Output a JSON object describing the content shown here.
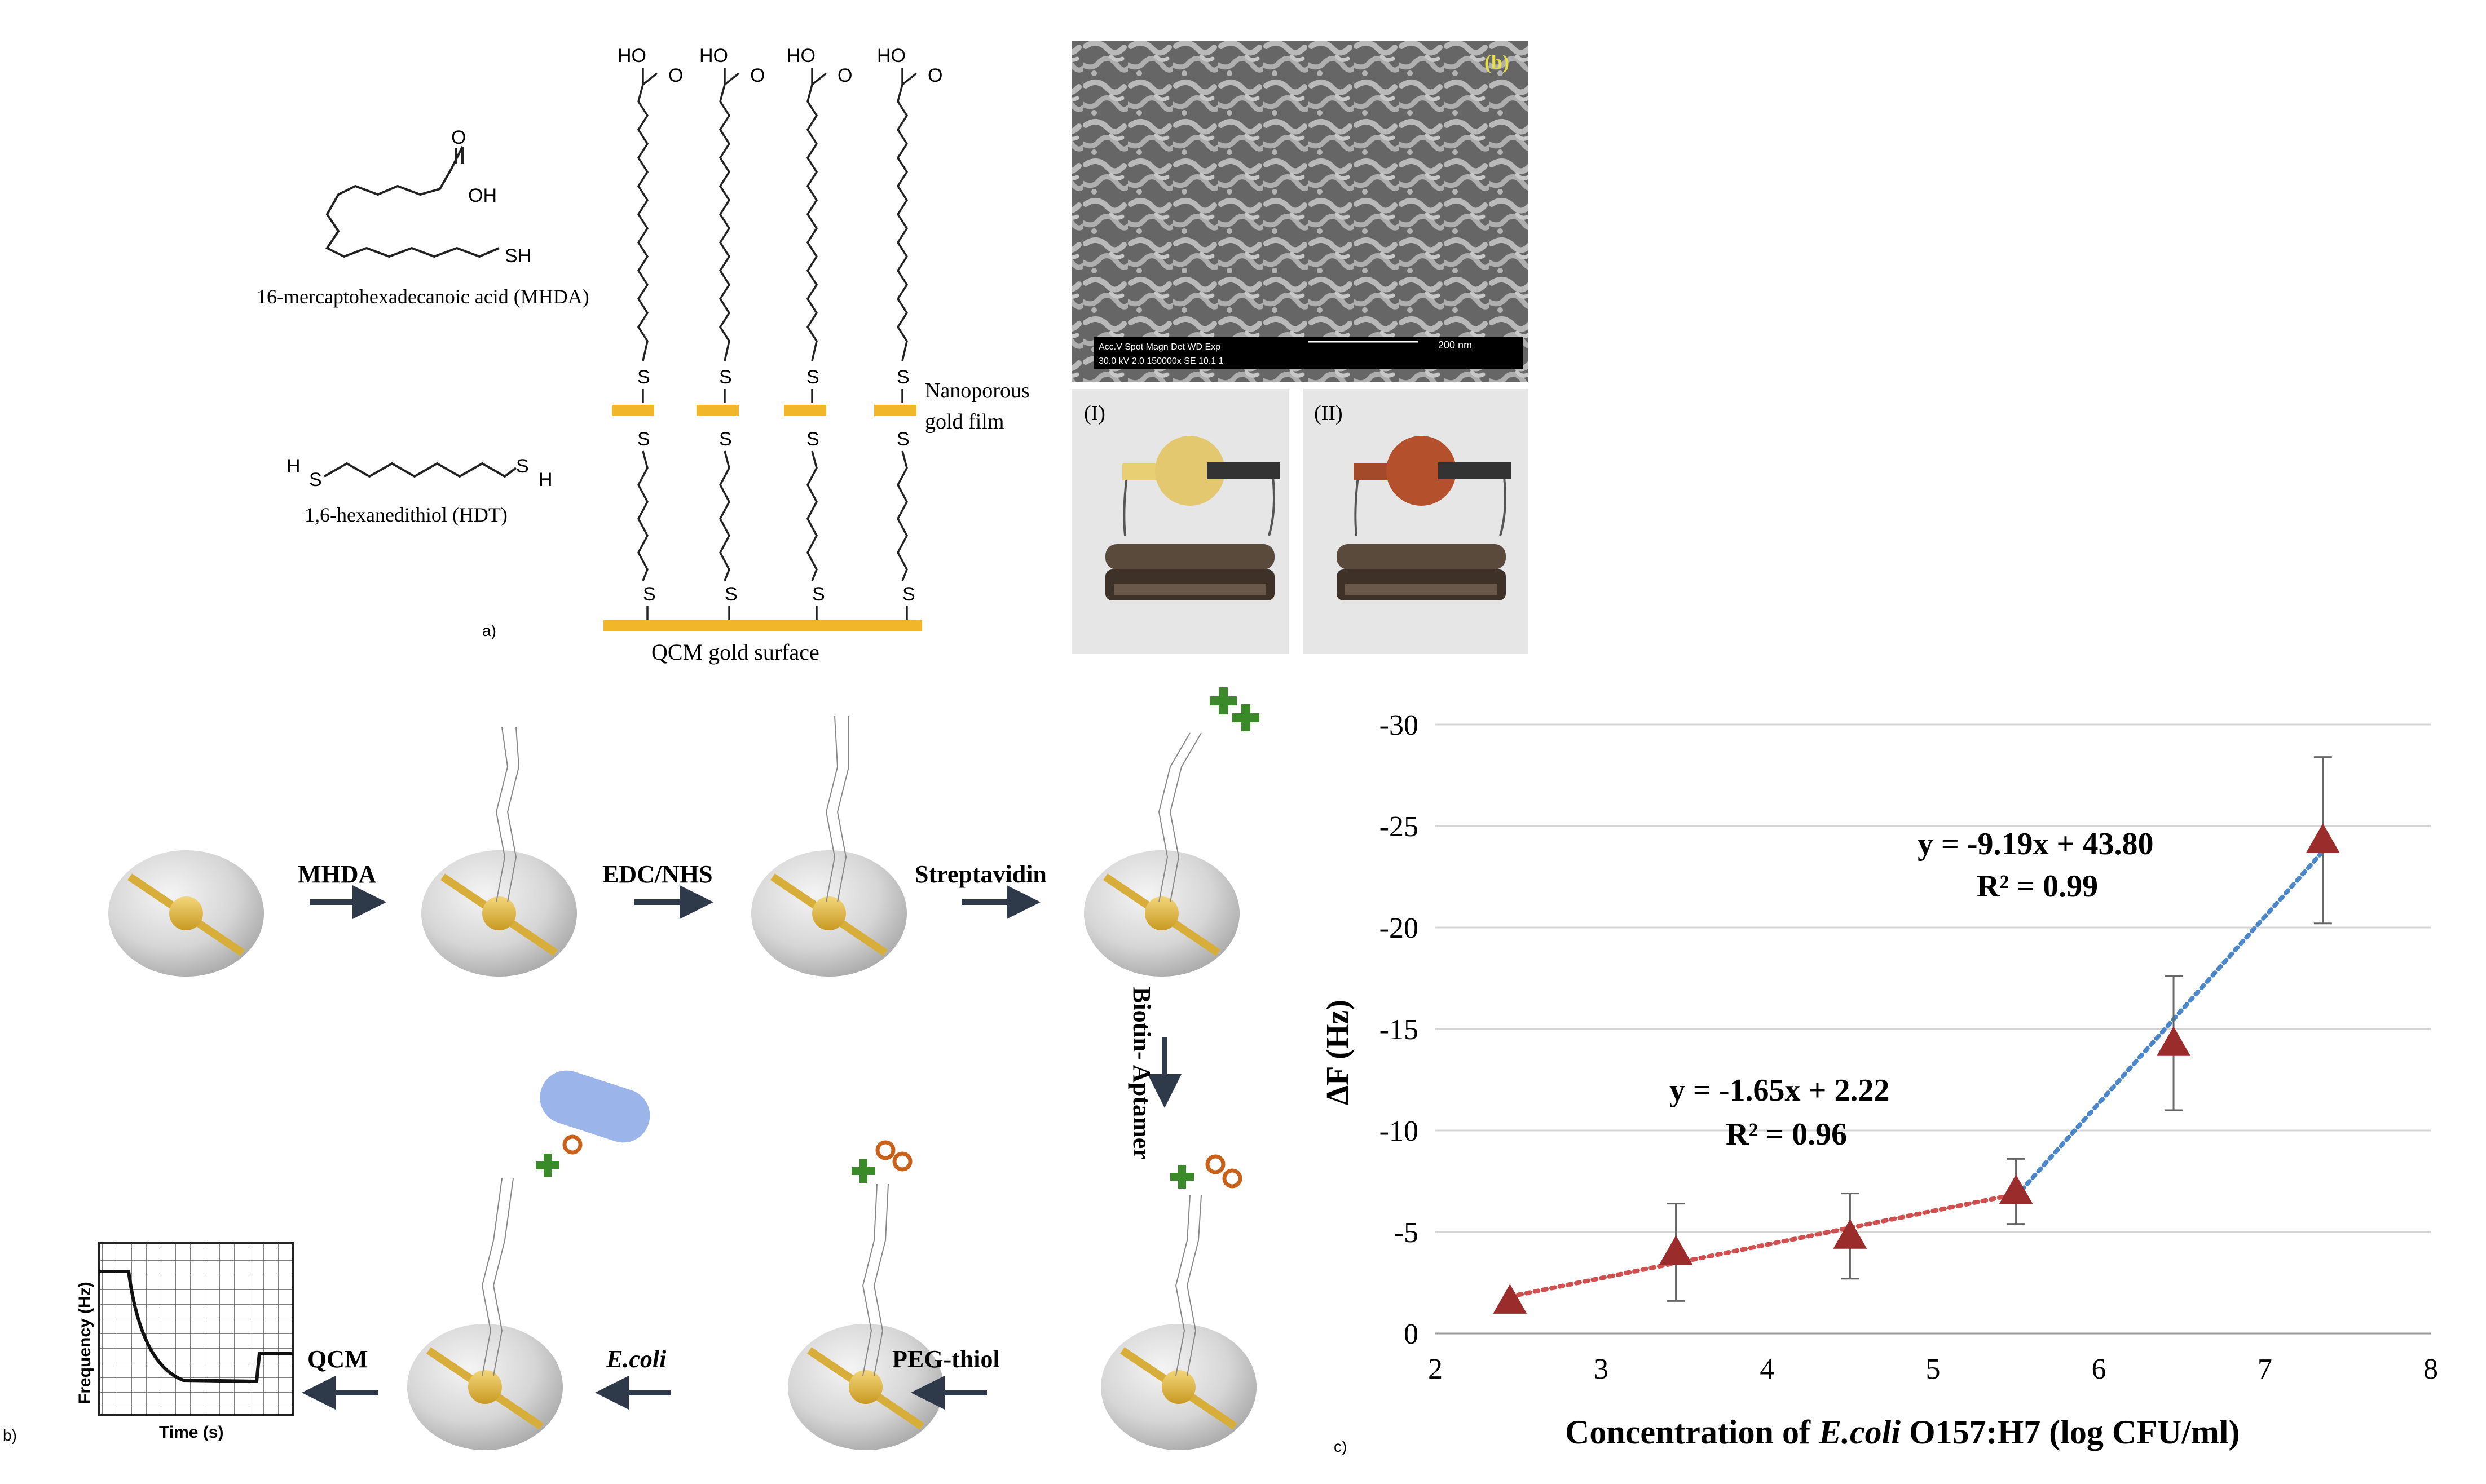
{
  "panel_a": {
    "mhda_label": "16-mercaptohexadecanoic acid (MHDA)",
    "hdt_label": "1,6-hexanedithiol (HDT)",
    "nanoporous_line1": "Nanoporous",
    "nanoporous_line2": "gold film",
    "qcm_surface": "QCM gold surface",
    "panel_tag": "a)",
    "atom_s": "S",
    "atom_h": "H",
    "atom_sh": "SH",
    "atom_oh": "OH",
    "atom_o": "O",
    "atom_ho": "HO",
    "sem_tag": "(b)",
    "sem_info_line1": "Acc.V   Spot Magn    Det   WD   Exp",
    "sem_info_line2": "30.0 kV  2.0   150000x  SE   10.1   1",
    "sem_scale": "200 nm",
    "photo1_label": "(I)",
    "photo2_label": "(II)"
  },
  "panel_b": {
    "panel_tag": "b)",
    "steps": [
      "MHDA",
      "EDC/NHS",
      "Streptavidin",
      "Biotin- Aptamer",
      "PEG-thiol",
      "E.coli",
      "QCM"
    ],
    "graph_ylabel": "Frequency (Hz)",
    "graph_xlabel": "Time (s)"
  },
  "panel_c": {
    "panel_tag": "c)",
    "ylabel": "ΔF (Hz)",
    "xlabel_pre": "Concentration of ",
    "xlabel_italic": "E.coli",
    "xlabel_post": " O157:H7 (log CFU/ml)",
    "eq1_line1": "y = -9.19x + 43.80",
    "eq1_line2": "R² = 0.99",
    "eq2_line1": "y = -1.65x + 2.22",
    "eq2_line2": "R² = 0.96"
  },
  "chart_data": {
    "type": "scatter",
    "xlabel": "Concentration of E.coli O157:H7 (log CFU/ml)",
    "ylabel": "ΔF (Hz)",
    "xlim": [
      2,
      8
    ],
    "ylim": [
      0,
      -30
    ],
    "xticks": [
      2,
      3,
      4,
      5,
      6,
      7,
      8
    ],
    "yticks": [
      0,
      -5,
      -10,
      -15,
      -20,
      -25,
      -30
    ],
    "ytick_labels": [
      "0",
      "-5",
      "-10",
      "-15",
      "-20",
      "-25",
      "-30"
    ],
    "grid": true,
    "points": [
      {
        "x": 2.45,
        "y": -1.6,
        "err": 0.0
      },
      {
        "x": 3.45,
        "y": -4.0,
        "err": 2.4
      },
      {
        "x": 4.5,
        "y": -4.8,
        "err": 2.1
      },
      {
        "x": 5.5,
        "y": -7.0,
        "err": 1.6
      },
      {
        "x": 6.45,
        "y": -14.3,
        "err": 3.3
      },
      {
        "x": 7.35,
        "y": -24.3,
        "err": 4.1
      }
    ],
    "marker_color": "#9b2c2c",
    "trendlines": [
      {
        "x0": 2.45,
        "y0": -1.82,
        "x1": 5.5,
        "y1": -6.86,
        "color": "#d05050",
        "equation": "y = -1.65x + 2.22",
        "r2": "R² = 0.96"
      },
      {
        "x0": 5.5,
        "y0": -6.75,
        "x1": 7.35,
        "y1": -23.75,
        "color": "#4a86c8",
        "equation": "y = -9.19x + 43.80",
        "r2": "R² = 0.99"
      }
    ]
  }
}
